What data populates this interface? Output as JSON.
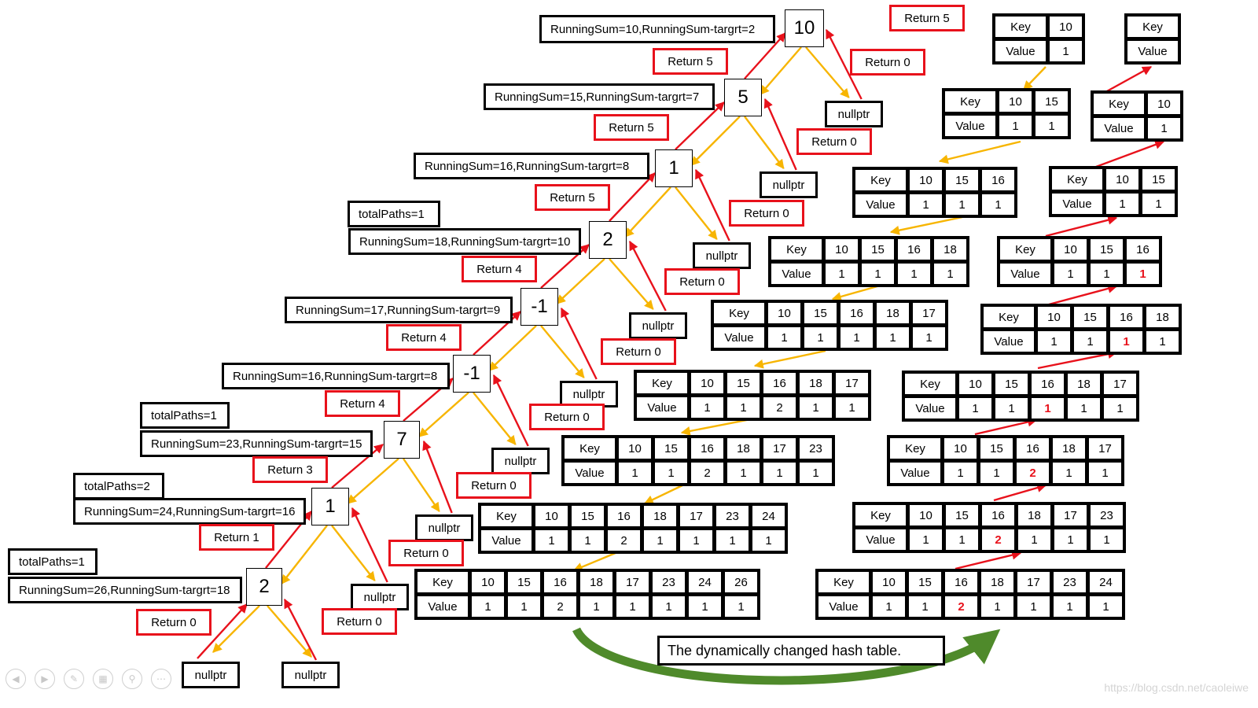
{
  "tree": {
    "nodes": [
      "10",
      "5",
      "1",
      "2",
      "-1",
      "-1",
      "7",
      "1",
      "2"
    ],
    "null_text": "nullptr"
  },
  "labels": {
    "running_sums": [
      "RunningSum=10,RunningSum-targrt=2",
      "RunningSum=15,RunningSum-targrt=7",
      "RunningSum=16,RunningSum-targrt=8",
      "RunningSum=18,RunningSum-targrt=10",
      "RunningSum=17,RunningSum-targrt=9",
      "RunningSum=16,RunningSum-targrt=8",
      "RunningSum=23,RunningSum-targrt=15",
      "RunningSum=24,RunningSum-targrt=16",
      "RunningSum=26,RunningSum-targrt=18"
    ],
    "total_paths": [
      "totalPaths=1",
      "totalPaths=1",
      "totalPaths=2",
      "totalPaths=1"
    ]
  },
  "returns": {
    "left": [
      "Return 5",
      "Return 5",
      "Return 5",
      "Return 4",
      "Return 4",
      "Return 4",
      "Return 3",
      "Return 1",
      "Return 0"
    ],
    "right": [
      "Return 5",
      "Return 0",
      "Return 0",
      "Return 0",
      "Return 0",
      "Return 0",
      "Return 0",
      "Return 0",
      "Return 0",
      "Return 0"
    ]
  },
  "hash_tables": {
    "down": [
      {
        "keys": [
          "10"
        ],
        "values": [
          "1"
        ]
      },
      {
        "keys": [
          "10",
          "15"
        ],
        "values": [
          "1",
          "1"
        ]
      },
      {
        "keys": [
          "10",
          "15",
          "16"
        ],
        "values": [
          "1",
          "1",
          "1"
        ]
      },
      {
        "keys": [
          "10",
          "15",
          "16",
          "18"
        ],
        "values": [
          "1",
          "1",
          "1",
          "1"
        ]
      },
      {
        "keys": [
          "10",
          "15",
          "16",
          "18",
          "17"
        ],
        "values": [
          "1",
          "1",
          "1",
          "1",
          "1"
        ]
      },
      {
        "keys": [
          "10",
          "15",
          "16",
          "18",
          "17"
        ],
        "values": [
          "1",
          "1",
          "2",
          "1",
          "1"
        ]
      },
      {
        "keys": [
          "10",
          "15",
          "16",
          "18",
          "17",
          "23"
        ],
        "values": [
          "1",
          "1",
          "2",
          "1",
          "1",
          "1"
        ]
      },
      {
        "keys": [
          "10",
          "15",
          "16",
          "18",
          "17",
          "23",
          "24"
        ],
        "values": [
          "1",
          "1",
          "2",
          "1",
          "1",
          "1",
          "1"
        ]
      },
      {
        "keys": [
          "10",
          "15",
          "16",
          "18",
          "17",
          "23",
          "24",
          "26"
        ],
        "values": [
          "1",
          "1",
          "2",
          "1",
          "1",
          "1",
          "1",
          "1"
        ]
      }
    ],
    "up": [
      {
        "keys": [],
        "values": []
      },
      {
        "keys": [
          "10"
        ],
        "values": [
          "1"
        ]
      },
      {
        "keys": [
          "10",
          "15"
        ],
        "values": [
          "1",
          "1"
        ]
      },
      {
        "keys": [
          "10",
          "15",
          "16"
        ],
        "values": [
          "1",
          "1",
          "1"
        ],
        "highlight": 2
      },
      {
        "keys": [
          "10",
          "15",
          "16",
          "18"
        ],
        "values": [
          "1",
          "1",
          "1",
          "1"
        ],
        "highlight": 2
      },
      {
        "keys": [
          "10",
          "15",
          "16",
          "18",
          "17"
        ],
        "values": [
          "1",
          "1",
          "1",
          "1",
          "1"
        ],
        "highlight": 2
      },
      {
        "keys": [
          "10",
          "15",
          "16",
          "18",
          "17"
        ],
        "values": [
          "1",
          "1",
          "2",
          "1",
          "1"
        ],
        "highlight": 2
      },
      {
        "keys": [
          "10",
          "15",
          "16",
          "18",
          "17",
          "23"
        ],
        "values": [
          "1",
          "1",
          "2",
          "1",
          "1",
          "1"
        ],
        "highlight": 2
      },
      {
        "keys": [
          "10",
          "15",
          "16",
          "18",
          "17",
          "23",
          "24"
        ],
        "values": [
          "1",
          "1",
          "2",
          "1",
          "1",
          "1",
          "1"
        ],
        "highlight": 2
      }
    ],
    "key_label": "Key",
    "value_label": "Value"
  },
  "caption": "The dynamically changed hash table.",
  "colors": {
    "down_arrow": "#f7b500",
    "up_arrow": "#e8111b",
    "return_border": "#e8111b",
    "curve_arrow": "#4f8a2b"
  },
  "player_controls": [
    "prev-icon",
    "next-icon",
    "pen-icon",
    "slides-icon",
    "zoom-icon",
    "more-icon"
  ],
  "watermark": "https://blog.csdn.net/caoleiwe"
}
